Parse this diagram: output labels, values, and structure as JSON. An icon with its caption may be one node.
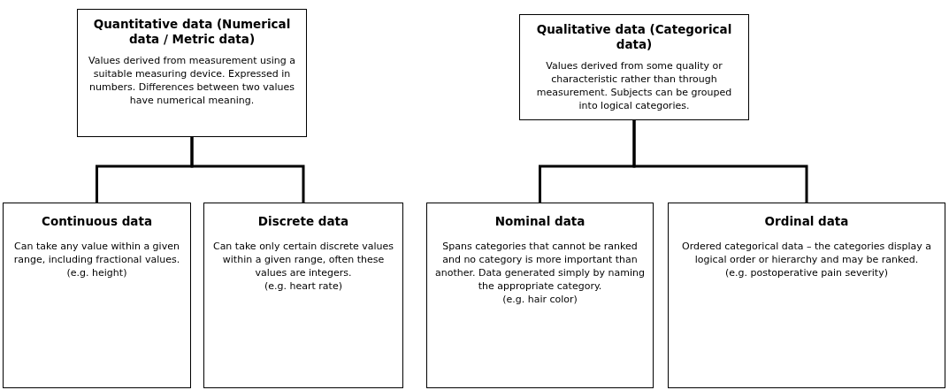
{
  "diagram": {
    "nodes": [
      {
        "text": [
          "Quantitative data (Numerical data / Metric data)",
          "Values derived from measurement using a suitable measuring device. Expressed in numbers. Differences between two values have numerical meaning."
        ]
      },
      {
        "text": [
          "Qualitative data (Categorical data)",
          "Values derived from some quality or characteristic rather than through measurement. Subjects can be grouped into logical categories."
        ]
      },
      {
        "text": [
          "Continuous data",
          "Can take any value within a given range, including fractional values.",
          "(e.g. height)"
        ]
      },
      {
        "text": [
          "Discrete data",
          "Can take only certain discrete values within a given range, often these values are integers.",
          "(e.g. heart rate)"
        ]
      },
      {
        "text": [
          "Nominal data",
          "Spans categories that cannot be ranked and no category is more important than another. Data generated simply by naming the appropriate category.",
          "(e.g. hair color)"
        ]
      },
      {
        "text": [
          "Ordinal data",
          "Ordered categorical data – the categories display a logical order or hierarchy and may be ranked.",
          "(e.g. postoperative pain severity)"
        ]
      }
    ],
    "edges": [
      {
        "from": 0,
        "to": 2,
        "arrow": "none"
      },
      {
        "from": 0,
        "to": 3,
        "arrow": "none"
      },
      {
        "from": 1,
        "to": 4,
        "arrow": "none"
      },
      {
        "from": 1,
        "to": 5,
        "arrow": "none"
      }
    ]
  }
}
